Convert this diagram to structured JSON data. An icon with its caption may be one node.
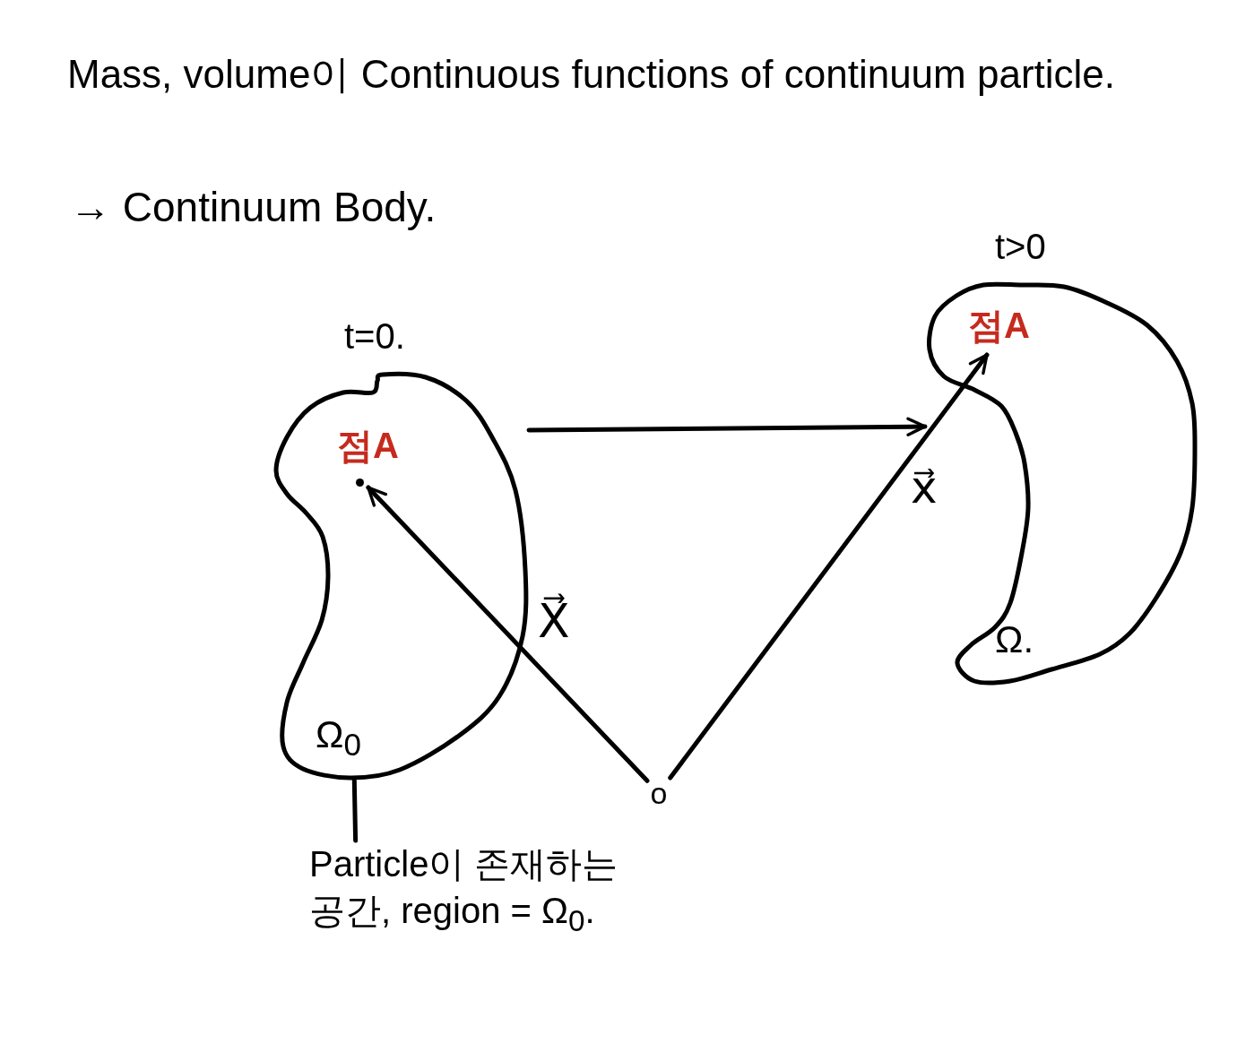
{
  "diagram": {
    "title": "Mass, volume이 Continuous functions of continuum particle.",
    "nodes": [
      {
        "text": [
          "t=0.",
          "Ω$_{0}$"
        ]
      },
      {
        "text": [
          "점A"
        ],
        "in": 0
      },
      {
        "text": [
          "t>0",
          "Ω."
        ]
      },
      {
        "text": [
          "점A"
        ],
        "in": 2
      },
      {
        "text": [
          "o"
        ]
      },
      {
        "text": [
          "Particle이 존재하는 공간, region = Ω$_{0}$."
        ]
      }
    ],
    "edges": [
      {
        "from": 4,
        "to": 1,
        "arrow": "to",
        "label": "X⃗"
      },
      {
        "from": 4,
        "to": 3,
        "arrow": "to",
        "label": "x⃗"
      },
      {
        "from": 0,
        "to": 2,
        "arrow": "to"
      },
      {
        "from": 5,
        "to": 0,
        "arrow": "none"
      }
    ],
    "labels": [
      "→ Continuum Body."
    ]
  }
}
